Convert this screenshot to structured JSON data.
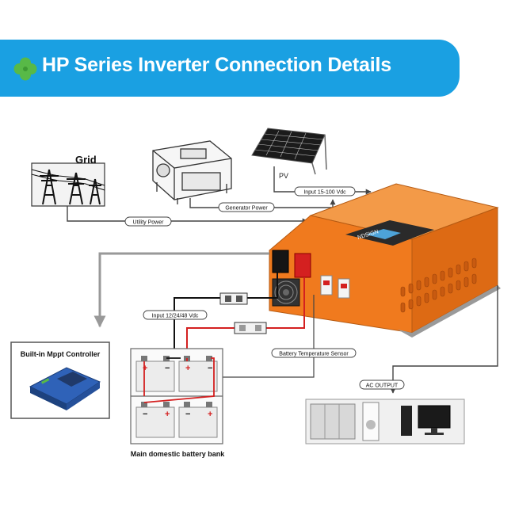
{
  "header": {
    "title": "HP Series Inverter Connection Details",
    "banner_color": "#1aa0e2",
    "icon": "clover-icon",
    "icon_color": "#58b947"
  },
  "diagram": {
    "grid_label": "Grid",
    "pv_label": "PV",
    "pv_input_label": "Input 15-100 Vdc",
    "generator_label": "Generator Power",
    "utility_label": "Utility Power",
    "battery_input_label": "Input 12/24/48 Vdc",
    "temp_sensor_label": "Battery Temperature Sensor",
    "mppt_label": "Built-in Mppt Controller",
    "ac_output_label": "AC OUTPUT",
    "battery_bank_label": "Main domestic battery bank",
    "inverter_brand": "NDSIGN",
    "inverter_color": "#f07a1e"
  }
}
